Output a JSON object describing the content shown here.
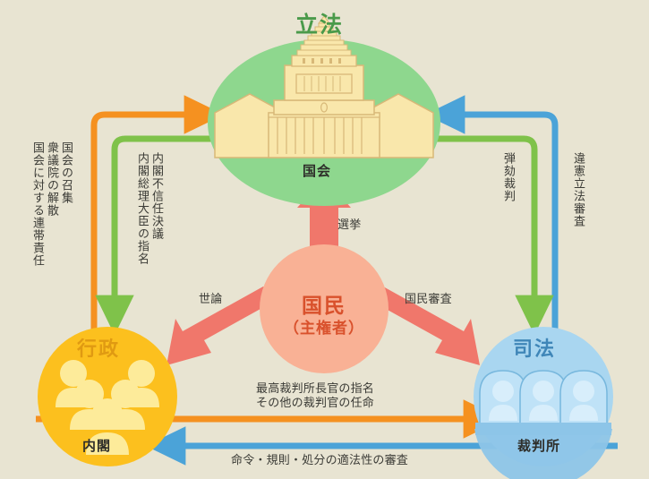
{
  "diagram": {
    "background_color": "#e8e4d2"
  },
  "branches": {
    "legislative": {
      "title": "立法",
      "title_color": "#4a9a4a",
      "node_label": "国会",
      "shape_color": "#8ed78e",
      "building_fill": "#f9e7ab",
      "building_stroke": "#d8b878"
    },
    "executive": {
      "title": "行政",
      "title_color": "#e09a12",
      "node_label": "内閣",
      "shape_color": "#fcc01e",
      "figure_fill": "#fdeb9a"
    },
    "judiciary": {
      "title": "司法",
      "title_color": "#3f86b8",
      "node_label": "裁判所",
      "shape_color": "#a9d6f0",
      "figure_fill": "#cbe8fa",
      "bench_fill": "#8dc5e8"
    }
  },
  "center": {
    "main_label": "国民",
    "sub_label": "（主権者）",
    "circle_color": "#f9b195",
    "text_color": "#d9512c"
  },
  "connectors": {
    "orange_color": "#f59120",
    "green_color": "#7fc24a",
    "blue_color": "#4ba3d8",
    "salmon_color": "#f0776b"
  },
  "labels": {
    "exec_to_legis_line1": "国会の召集",
    "exec_to_legis_line2": "衆議院の解散",
    "exec_to_legis_line3": "国会に対する連帯責任",
    "legis_to_exec_line1": "内閣不信任決議",
    "legis_to_exec_line2": "内閣総理大臣の指名",
    "legis_to_judic": "弾劾裁判",
    "judic_to_legis": "違憲立法審査",
    "people_to_legis": "選挙",
    "people_to_exec": "世論",
    "people_to_judic": "国民審査",
    "exec_to_judic_line1": "最高裁判所長官の指名",
    "exec_to_judic_line2": "その他の裁判官の任命",
    "judic_to_exec": "命令・規則・処分の適法性の審査"
  }
}
